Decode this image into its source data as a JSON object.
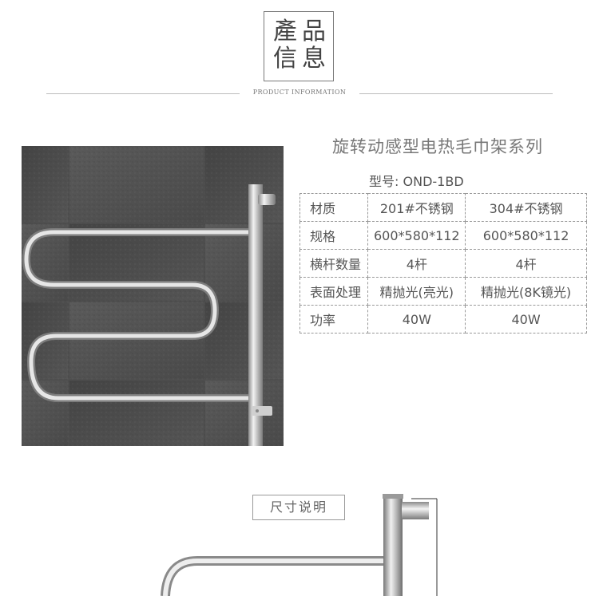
{
  "header": {
    "chars": [
      "產",
      "品",
      "信",
      "息"
    ],
    "subtitle": "PRODUCT INFORMATION"
  },
  "product": {
    "title": "旋转动感型电热毛巾架系列",
    "model_label": "型号:",
    "model_value": "OND-1BD"
  },
  "spec_table": {
    "rows": [
      {
        "label": "材质",
        "col1": "201#不锈钢",
        "col2": "304#不锈钢"
      },
      {
        "label": "规格",
        "col1": "600*580*112",
        "col2": "600*580*112"
      },
      {
        "label": "横杆数量",
        "col1": "4杆",
        "col2": "4杆"
      },
      {
        "label": "表面处理",
        "col1": "精抛光(亮光)",
        "col2": "精抛光(8K镜光)"
      },
      {
        "label": "功率",
        "col1": "40W",
        "col2": "40W"
      }
    ]
  },
  "size_section": {
    "label": "尺寸说明"
  },
  "colors": {
    "tile_dark": "#4a4a4a",
    "tile_light": "#6b6b6b",
    "chrome": "#d8d8d8",
    "border": "#999999"
  }
}
